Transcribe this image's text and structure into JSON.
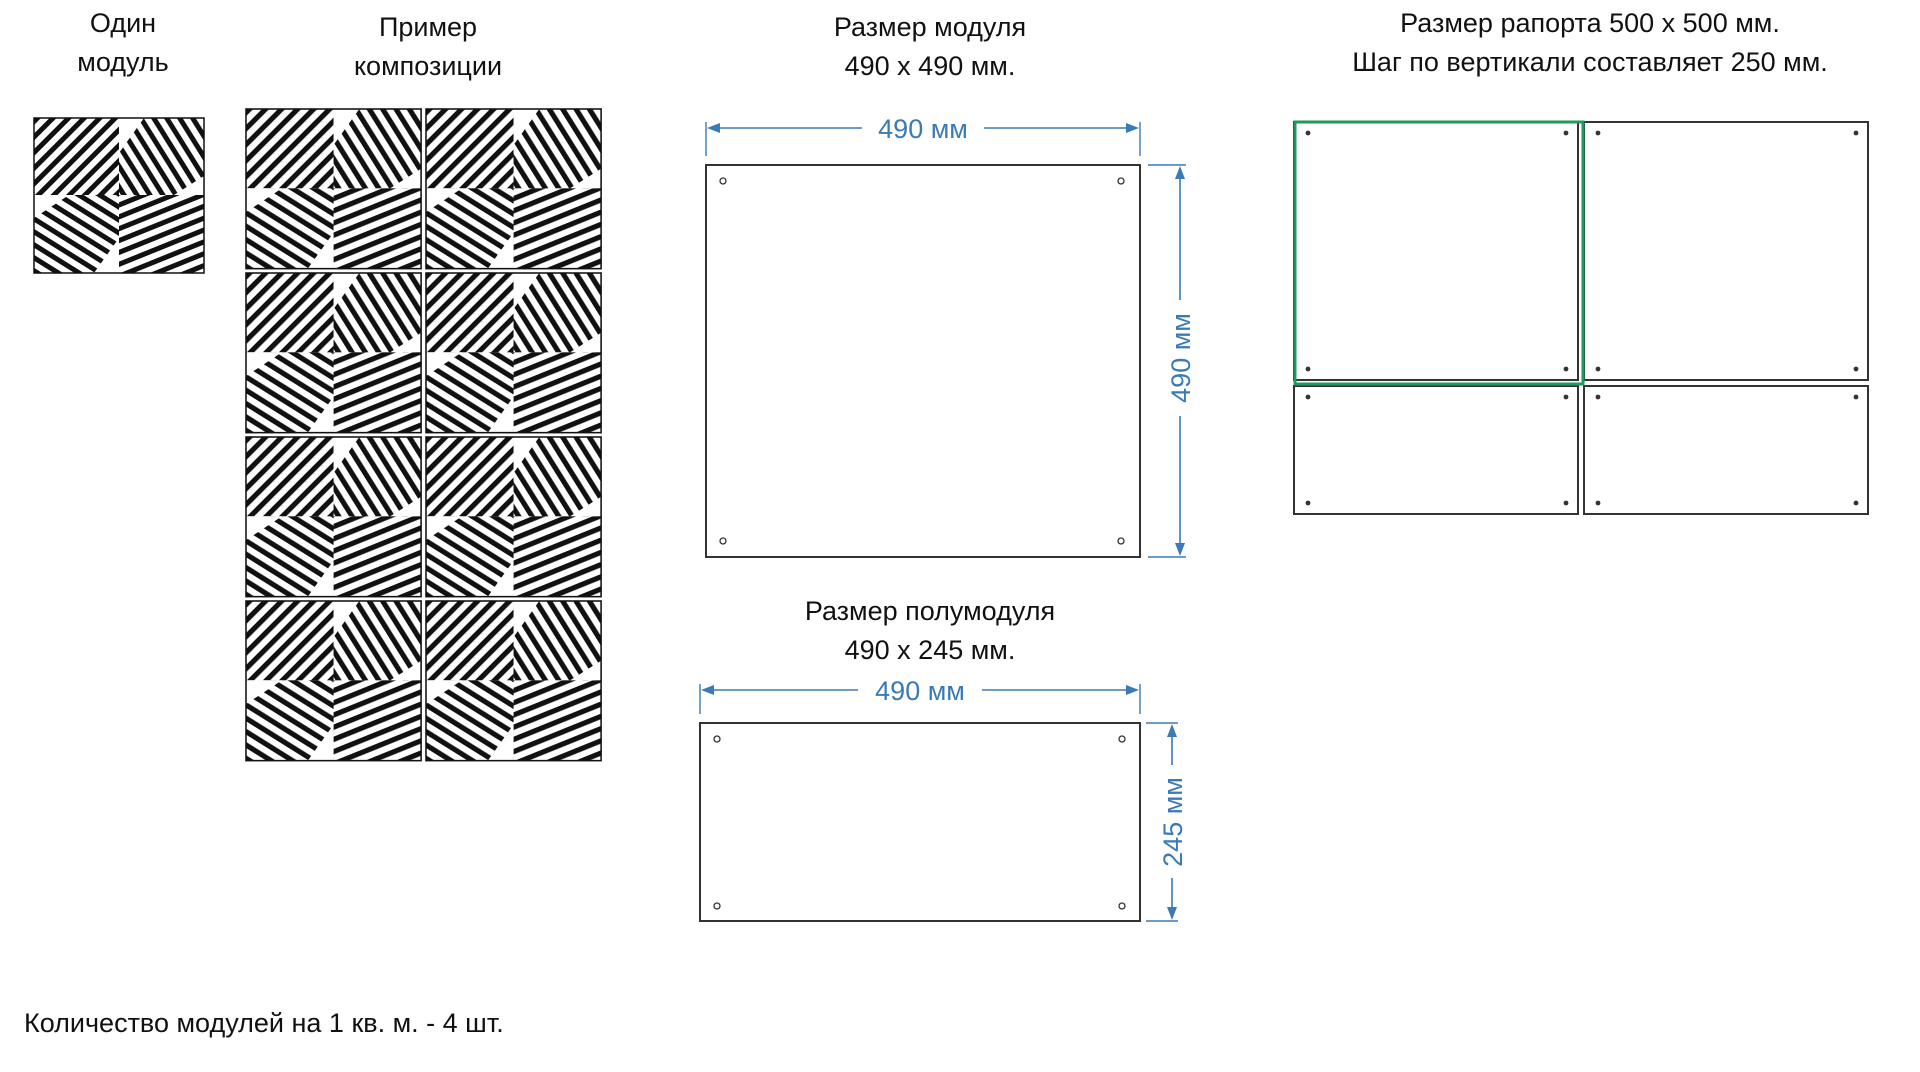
{
  "colors": {
    "dimension": "#3a7ab5",
    "outline": "#333333",
    "highlight": "#1f9a5e",
    "pattern": "#111111"
  },
  "one_module": {
    "line1": "Один",
    "line2": "модуль"
  },
  "composition": {
    "line1": "Пример",
    "line2": "композиции"
  },
  "module_size": {
    "line1": "Размер модуля",
    "line2": "490 х 490 мм.",
    "width_label": "490 мм",
    "height_label": "490 мм"
  },
  "half_module_size": {
    "line1": "Размер полумодуля",
    "line2": "490 х 245 мм.",
    "width_label": "490 мм",
    "height_label": "245 мм"
  },
  "rapport": {
    "line1": "Размер рапорта 500 х 500 мм.",
    "line2": "Шаг по вертикали составляет 250 мм."
  },
  "footer": {
    "text": "Количество модулей на 1 кв. м. - 4 шт."
  }
}
